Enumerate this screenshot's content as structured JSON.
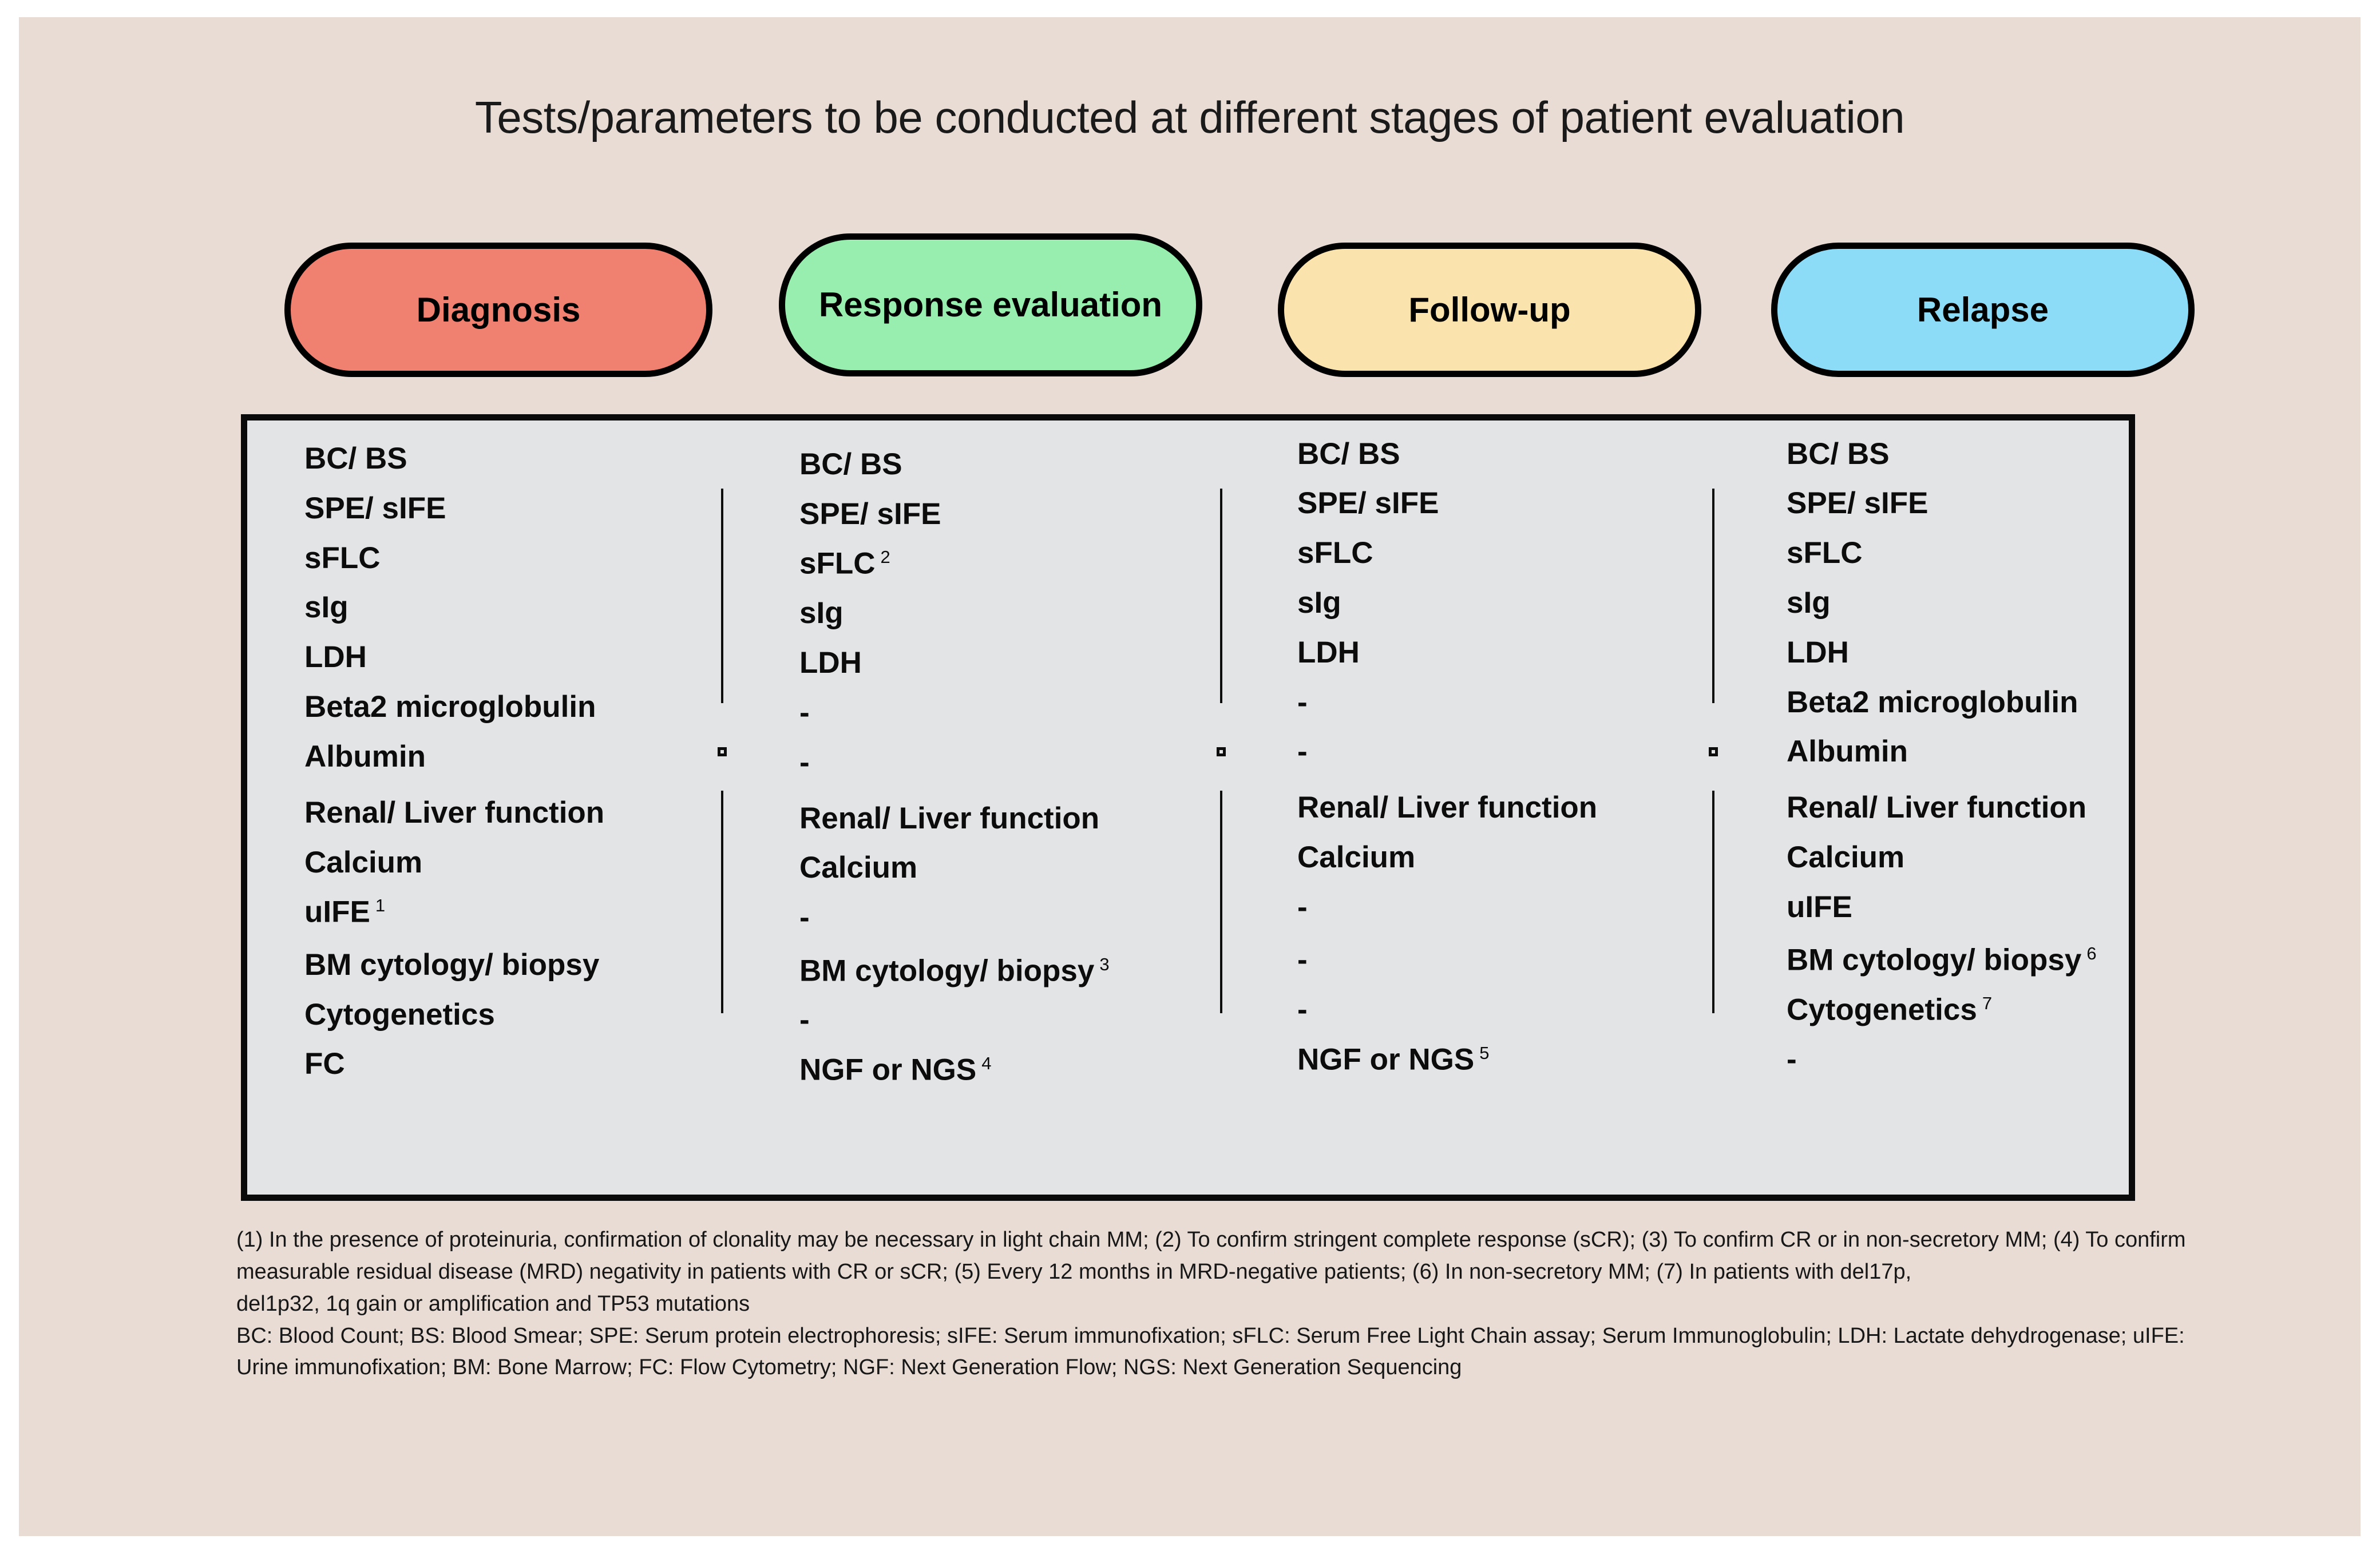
{
  "title": "Tests/parameters to be conducted at different stages of patient evaluation",
  "colors": {
    "page_background": "#e8dcd4",
    "panel_background": "#e3e4e6",
    "panel_border": "#0a0a0a",
    "diagnosis": "#f08070",
    "response_evaluation": "#97eeae",
    "follow_up": "#fbe3ae",
    "relapse": "#8ddcf7"
  },
  "stages": [
    {
      "label": "Diagnosis"
    },
    {
      "label": "Response evaluation"
    },
    {
      "label": "Follow-up"
    },
    {
      "label": "Relapse"
    }
  ],
  "columns": [
    {
      "stage": "Diagnosis",
      "items": [
        {
          "text": "BC/ BS",
          "sup": ""
        },
        {
          "text": "SPE/ sIFE",
          "sup": ""
        },
        {
          "text": "sFLC",
          "sup": ""
        },
        {
          "text": "sIg",
          "sup": ""
        },
        {
          "text": "LDH",
          "sup": ""
        },
        {
          "text": "Beta2 microglobulin",
          "sup": ""
        },
        {
          "text": "Albumin",
          "sup": ""
        },
        {
          "text": "Renal/ Liver function",
          "sup": ""
        },
        {
          "text": "Calcium",
          "sup": ""
        },
        {
          "text": "uIFE",
          "sup": "1"
        },
        {
          "text": "BM cytology/ biopsy",
          "sup": ""
        },
        {
          "text": "Cytogenetics",
          "sup": ""
        },
        {
          "text": "FC",
          "sup": ""
        }
      ]
    },
    {
      "stage": "Response evaluation",
      "items": [
        {
          "text": "BC/ BS",
          "sup": ""
        },
        {
          "text": "SPE/ sIFE",
          "sup": ""
        },
        {
          "text": "sFLC",
          "sup": "2"
        },
        {
          "text": "sIg",
          "sup": ""
        },
        {
          "text": "LDH",
          "sup": ""
        },
        {
          "text": "-",
          "sup": ""
        },
        {
          "text": "-",
          "sup": ""
        },
        {
          "text": "Renal/ Liver function",
          "sup": ""
        },
        {
          "text": "Calcium",
          "sup": ""
        },
        {
          "text": "-",
          "sup": ""
        },
        {
          "text": "BM cytology/ biopsy",
          "sup": "3"
        },
        {
          "text": "-",
          "sup": ""
        },
        {
          "text": "NGF or NGS",
          "sup": "4"
        }
      ]
    },
    {
      "stage": "Follow-up",
      "items": [
        {
          "text": "BC/ BS",
          "sup": ""
        },
        {
          "text": "SPE/ sIFE",
          "sup": ""
        },
        {
          "text": "sFLC",
          "sup": ""
        },
        {
          "text": "sIg",
          "sup": ""
        },
        {
          "text": "LDH",
          "sup": ""
        },
        {
          "text": "-",
          "sup": ""
        },
        {
          "text": "-",
          "sup": ""
        },
        {
          "text": "Renal/ Liver function",
          "sup": ""
        },
        {
          "text": "Calcium",
          "sup": ""
        },
        {
          "text": "-",
          "sup": ""
        },
        {
          "text": "-",
          "sup": ""
        },
        {
          "text": "-",
          "sup": ""
        },
        {
          "text": "NGF or NGS",
          "sup": "5"
        }
      ]
    },
    {
      "stage": "Relapse",
      "items": [
        {
          "text": "BC/ BS",
          "sup": ""
        },
        {
          "text": "SPE/ sIFE",
          "sup": ""
        },
        {
          "text": "sFLC",
          "sup": ""
        },
        {
          "text": "sIg",
          "sup": ""
        },
        {
          "text": "LDH",
          "sup": ""
        },
        {
          "text": "Beta2 microglobulin",
          "sup": ""
        },
        {
          "text": "Albumin",
          "sup": ""
        },
        {
          "text": "Renal/ Liver function",
          "sup": ""
        },
        {
          "text": "Calcium",
          "sup": ""
        },
        {
          "text": "uIFE",
          "sup": ""
        },
        {
          "text": "BM cytology/ biopsy",
          "sup": "6"
        },
        {
          "text": "Cytogenetics",
          "sup": "7"
        },
        {
          "text": "-",
          "sup": ""
        }
      ]
    }
  ],
  "footnotes": {
    "numbered": "(1) In the presence of proteinuria, confirmation of clonality may be necessary in light chain MM; (2) To confirm stringent complete response (sCR); (3)  To confirm CR or in non-secretory MM; (4) To confirm measurable residual disease (MRD) negativity in patients with CR or sCR; (5) Every 12 months in MRD-negative patients; (6) In non-secretory MM; (7) In patients with del17p,",
    "numbered_cont": "del1p32, 1q gain or amplification and TP53 mutations",
    "abbreviations": "BC: Blood Count; BS: Blood Smear; SPE: Serum protein electrophoresis; sIFE: Serum immunofixation; sFLC: Serum Free Light Chain assay; Serum Immunoglobulin; LDH: Lactate dehydrogenase; uIFE: Urine immunofixation;  BM: Bone Marrow; FC: Flow Cytometry;   NGF: Next Generation Flow; NGS: Next Generation Sequencing"
  }
}
